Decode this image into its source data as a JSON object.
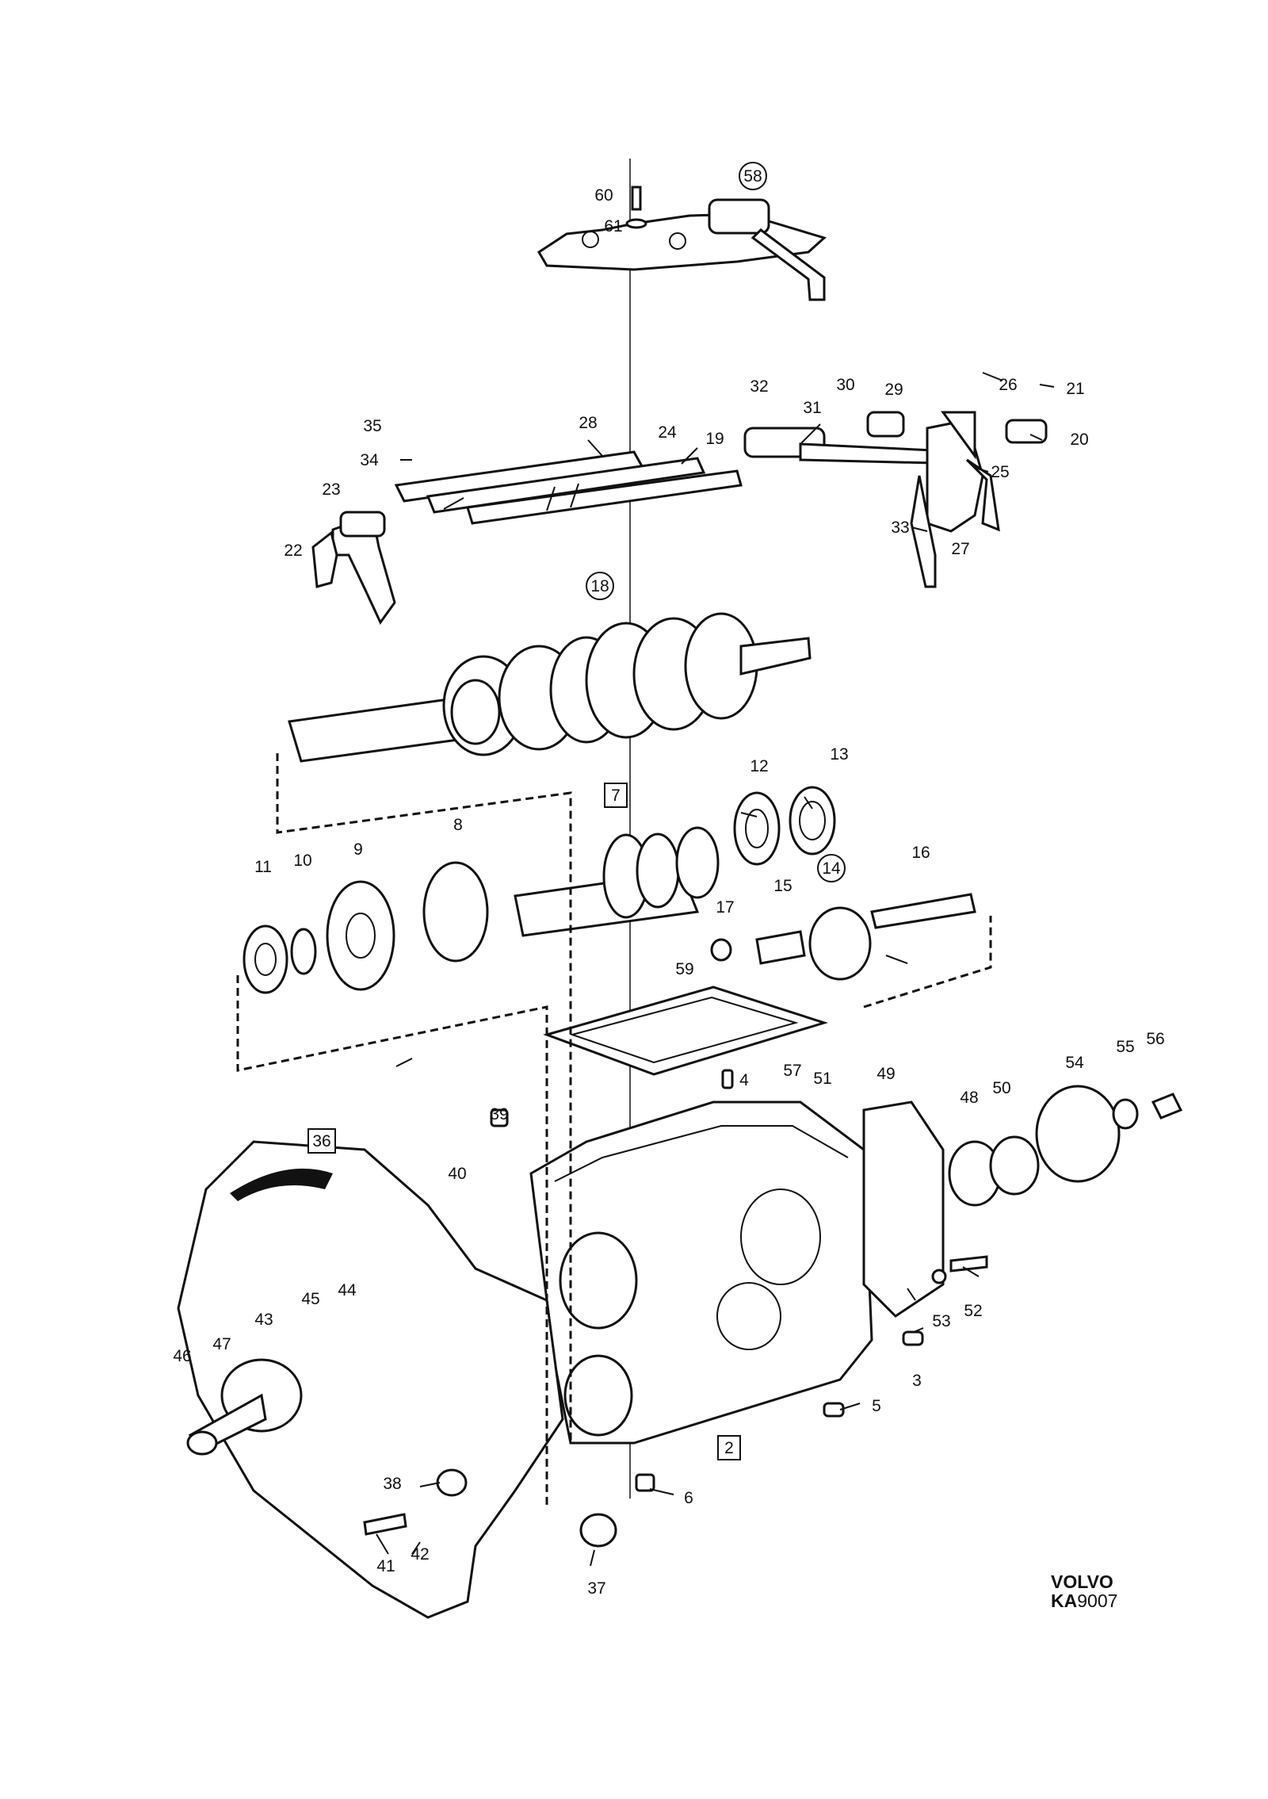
{
  "diagram": {
    "brand": "VOLVO",
    "code_prefix": "KA",
    "code_number": "9007",
    "callouts": [
      "2",
      "3",
      "4",
      "5",
      "6",
      "7",
      "8",
      "9",
      "10",
      "11",
      "12",
      "13",
      "14",
      "15",
      "16",
      "17",
      "18",
      "19",
      "20",
      "21",
      "22",
      "23",
      "24",
      "25",
      "26",
      "27",
      "28",
      "29",
      "30",
      "31",
      "32",
      "33",
      "34",
      "35",
      "36",
      "37",
      "38",
      "39",
      "40",
      "41",
      "42",
      "43",
      "44",
      "45",
      "46",
      "47",
      "48",
      "49",
      "50",
      "51",
      "52",
      "53",
      "54",
      "55",
      "56",
      "57",
      "58",
      "59",
      "60",
      "61"
    ],
    "circled_callouts": [
      "14",
      "18",
      "58"
    ],
    "boxed_callouts": [
      "2",
      "7",
      "36"
    ]
  }
}
